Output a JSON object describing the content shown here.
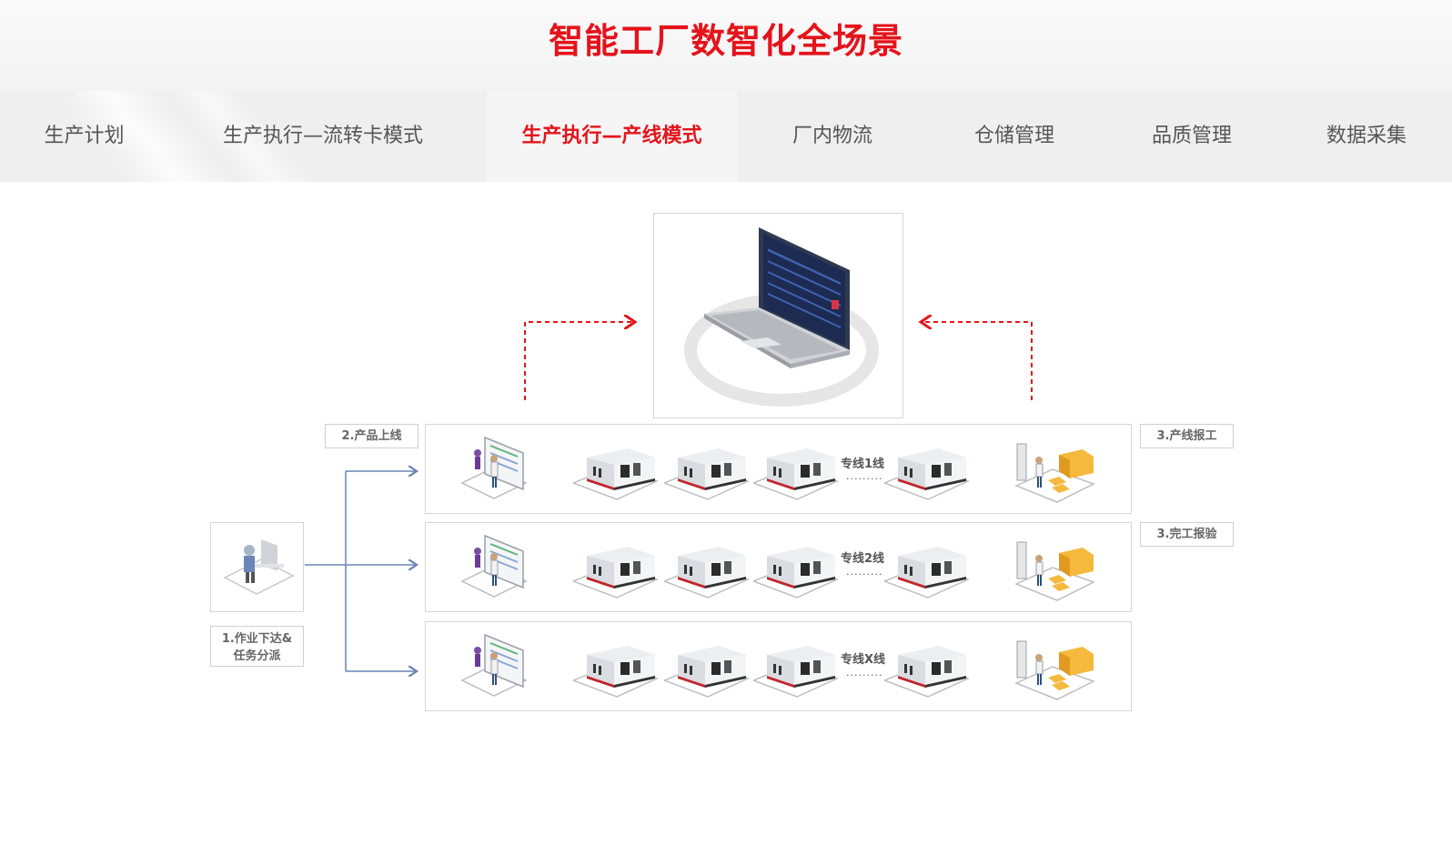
{
  "title": "智能工厂数智化全场景",
  "tabs": [
    {
      "label": "生产计划"
    },
    {
      "label": "生产执行—流转卡模式"
    },
    {
      "label": "生产执行—产线模式"
    },
    {
      "label": "厂内物流"
    },
    {
      "label": "仓储管理"
    },
    {
      "label": "品质管理"
    },
    {
      "label": "数据采集"
    }
  ],
  "active_tab": "生产执行—产线模式",
  "diagram": {
    "step1": "1.作业下达&\n任务分派",
    "step1_line1": "1.作业下达&",
    "step1_line2": "任务分派",
    "step2": "2.产品上线",
    "step3a": "3.产线报工",
    "step3b": "3.完工报验",
    "lines": [
      {
        "label": "专线1线",
        "dots": "·········"
      },
      {
        "label": "专线2线",
        "dots": "·········"
      },
      {
        "label": "专线X线",
        "dots": "·········"
      }
    ]
  },
  "colors": {
    "accent": "#e5131b",
    "arrow_blue": "#6a84b6",
    "dashed_red": "#e5131b"
  }
}
